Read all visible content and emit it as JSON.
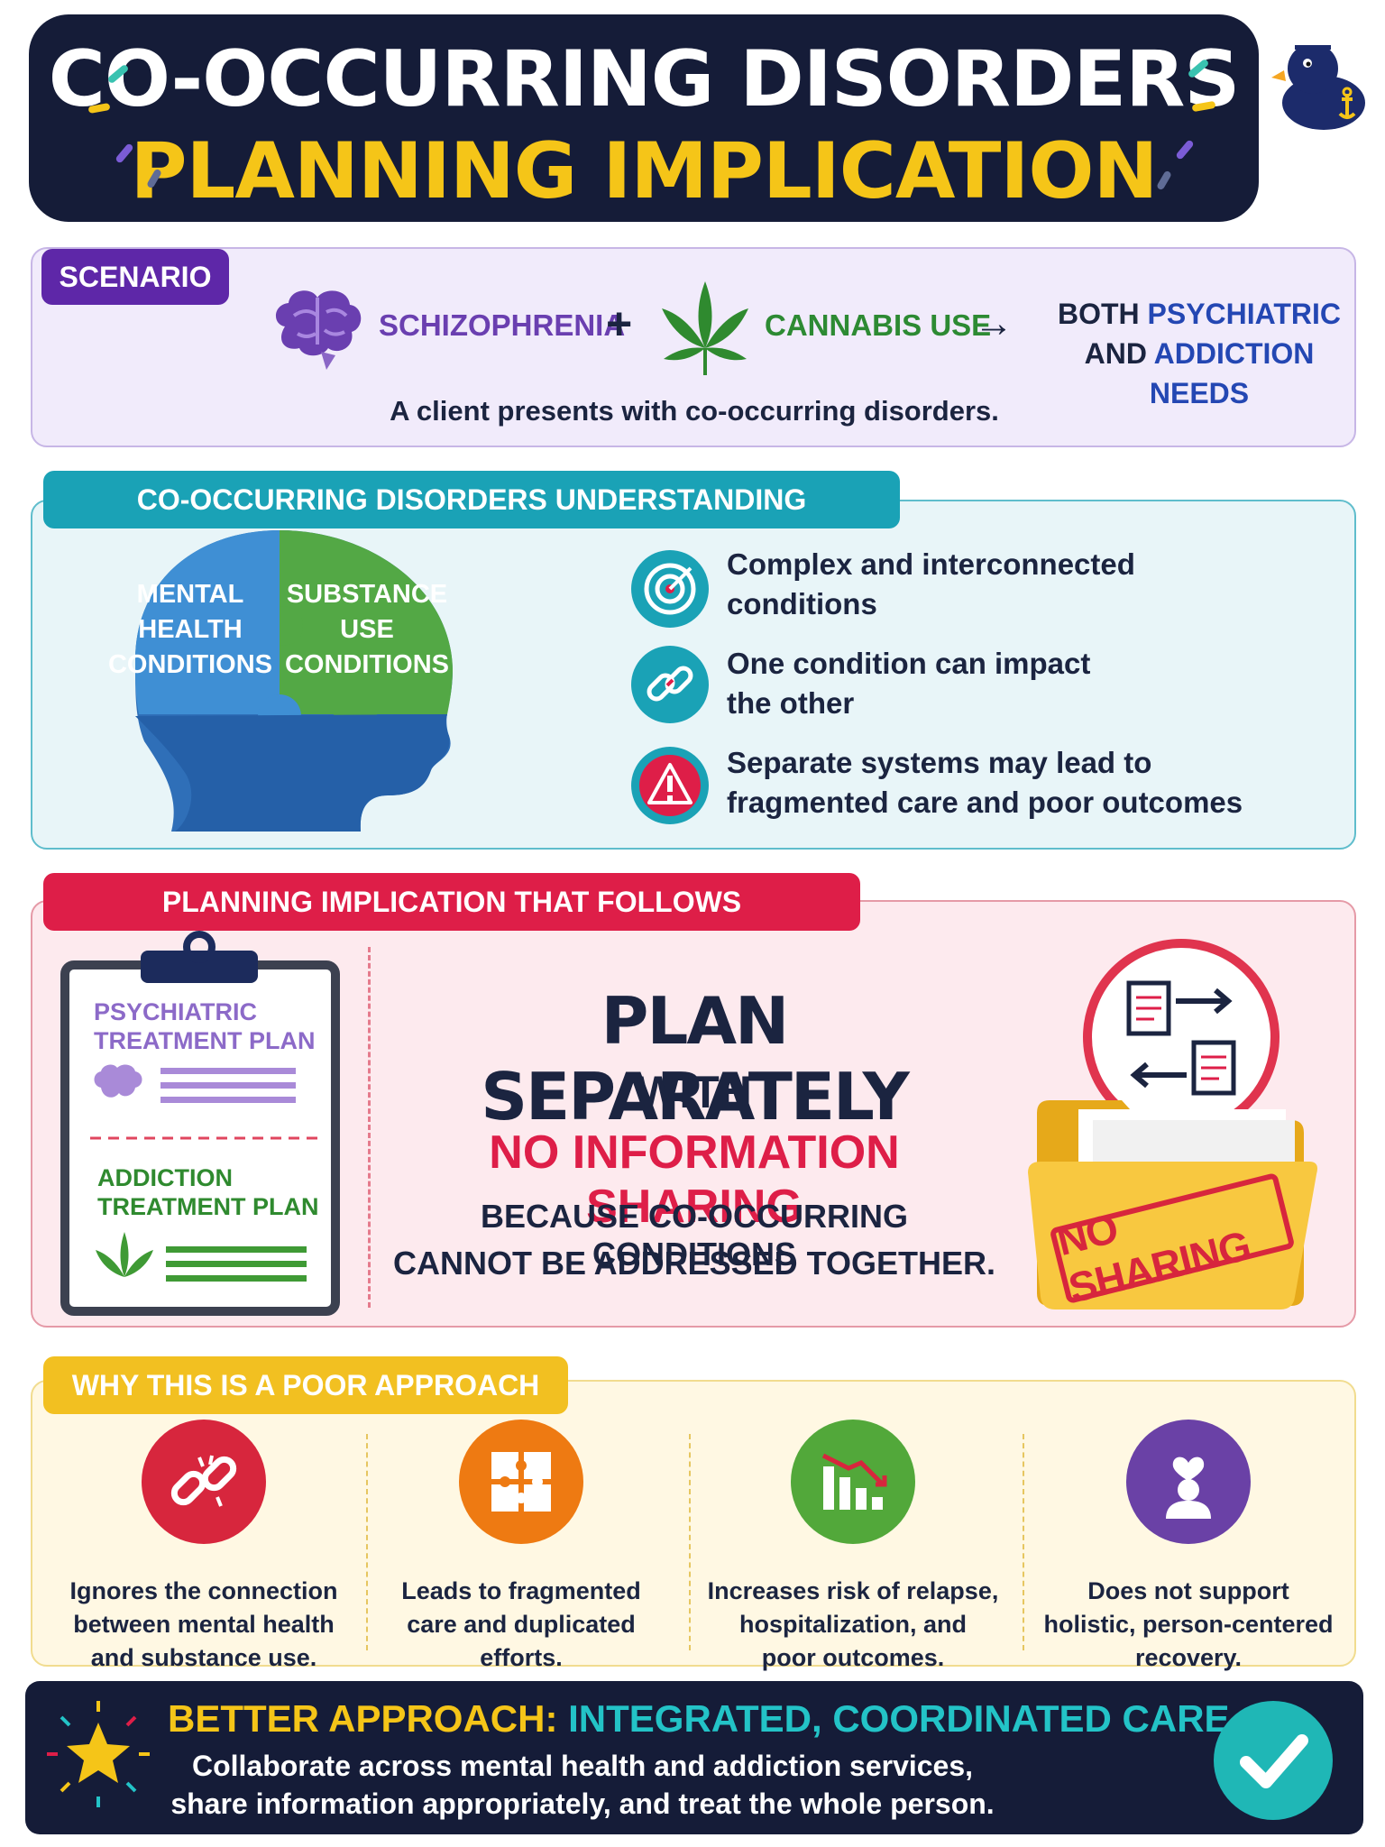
{
  "header": {
    "title_line1": "CO-OCCURRING DISORDERS",
    "title_line2": "PLANNING IMPLICATION",
    "mascot_icon": "sailor-duck-icon"
  },
  "scenario": {
    "tab_label": "SCENARIO",
    "condition1": "SCHIZOPHRENIA",
    "plus": "+",
    "condition2": "CANNABIS USE",
    "arrow": "→",
    "result_both": "BOTH",
    "result_psych": "PSYCHIATRIC",
    "result_and": "AND",
    "result_addiction": "ADDICTION NEEDS",
    "caption": "A client presents with co-occurring disorders.",
    "icons": [
      "brain-icon",
      "cannabis-leaf-icon"
    ]
  },
  "understanding": {
    "tab_label": "CO-OCCURRING DISORDERS UNDERSTANDING",
    "puzzle_left": [
      "MENTAL",
      "HEALTH",
      "CONDITIONS"
    ],
    "puzzle_right": [
      "SUBSTANCE",
      "USE",
      "CONDITIONS"
    ],
    "items": [
      {
        "line1": "Complex and interconnected",
        "line2": "conditions",
        "icon": "target-icon",
        "color": "#1aa2b6"
      },
      {
        "line1": "One condition can impact",
        "line2": "the other",
        "icon": "chain-link-icon",
        "color": "#1aa2b6"
      },
      {
        "line1": "Separate systems may lead to",
        "line2": "fragmented care and poor outcomes",
        "icon": "warning-icon",
        "color": "#de1e48"
      }
    ]
  },
  "planning": {
    "tab_label": "PLANNING IMPLICATION THAT FOLLOWS",
    "clipboard_plan1_line1": "PSYCHIATRIC",
    "clipboard_plan1_line2": "TREATMENT PLAN",
    "clipboard_plan2_line1": "ADDICTION",
    "clipboard_plan2_line2": "TREATMENT PLAN",
    "headline": "PLAN SEPARATELY",
    "with": "WITH",
    "no_sharing": "NO INFORMATION SHARING",
    "because1": "BECAUSE CO-OCCURRING CONDITIONS",
    "because2": "CANNOT BE ADDRESSED TOGETHER.",
    "stamp": "NO SHARING",
    "icons": [
      "clipboard-icon",
      "document-exchange-icon",
      "folder-icon"
    ]
  },
  "why": {
    "tab_label": "WHY THIS IS A POOR APPROACH",
    "items": [
      {
        "lines": [
          "Ignores the connection",
          "between mental health",
          "and substance use."
        ],
        "icon": "broken-chain-icon",
        "color": "#d7263d"
      },
      {
        "lines": [
          "Leads to fragmented",
          "care and duplicated",
          "efforts."
        ],
        "icon": "puzzle-icon",
        "color": "#ee7a12"
      },
      {
        "lines": [
          "Increases risk of relapse,",
          "hospitalization, and",
          "poor outcomes."
        ],
        "icon": "declining-chart-icon",
        "color": "#52a83a"
      },
      {
        "lines": [
          "Does not support",
          "holistic, person-centered",
          "recovery."
        ],
        "icon": "person-heart-icon",
        "color": "#6a41a6"
      }
    ]
  },
  "better": {
    "title_prefix": "BETTER APPROACH:",
    "title_highlight": "INTEGRATED, COORDINATED CARE",
    "line1": "Collaborate across mental health and addiction services,",
    "line2": "share information appropriately, and treat the whole person.",
    "icons": [
      "star-icon",
      "checkmark-icon"
    ],
    "colors": {
      "prefix": "#f5c518",
      "highlight": "#23c3c7"
    }
  }
}
